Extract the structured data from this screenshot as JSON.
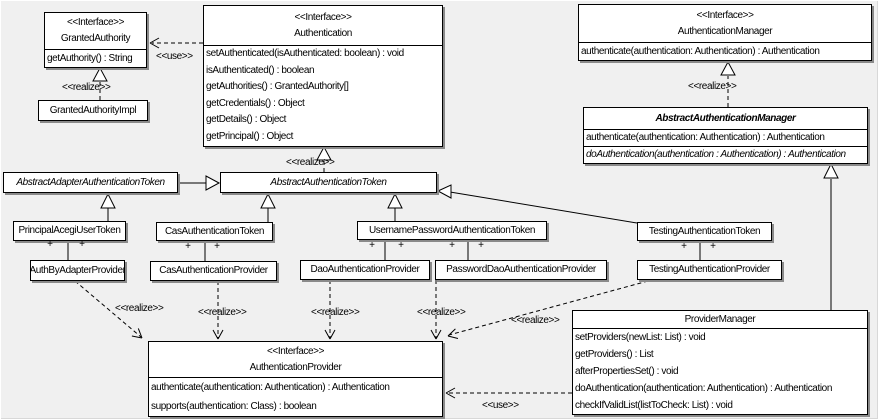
{
  "diagram": {
    "type": "uml-class-diagram",
    "labels": {
      "use": "<<use>>",
      "realize": "<<realize>>",
      "plus": "+",
      "interface_stereotype": "<<Interface>>"
    },
    "colors": {
      "background": "#f0f0f0",
      "box_fill": "#ffffff",
      "line": "#000000",
      "shadow": "#8a8a8a"
    },
    "classes": {
      "granted_authority": {
        "stereotype": "<<Interface>>",
        "name": "GrantedAuthority",
        "methods": [
          "getAuthority() : String"
        ]
      },
      "granted_authority_impl": {
        "name": "GrantedAuthorityImpl"
      },
      "authentication": {
        "stereotype": "<<Interface>>",
        "name": "Authentication",
        "methods": [
          "setAuthenticated(isAuthenticated: boolean) : void",
          "isAuthenticated() : boolean",
          "getAuthorities() : GrantedAuthority[]",
          "getCredentials() : Object",
          "getDetails() : Object",
          "getPrincipal() : Object"
        ]
      },
      "authentication_manager": {
        "stereotype": "<<Interface>>",
        "name": "AuthenticationManager",
        "methods": [
          "authenticate(authentication: Authentication) : Authentication"
        ]
      },
      "abstract_authentication_manager": {
        "name": "AbstractAuthenticationManager",
        "abstract": true,
        "methods": [
          "authenticate(authentication: Authentication) : Authentication",
          "doAuthentication(authentication : Authentication) : Authentication"
        ]
      },
      "abstract_adapter_authentication_token": {
        "name": "AbstractAdapterAuthenticationToken",
        "abstract": true
      },
      "abstract_authentication_token": {
        "name": "AbstractAuthenticationToken",
        "abstract": true
      },
      "principal_acegi_user_token": {
        "name": "PrincipalAcegiUserToken"
      },
      "cas_authentication_token": {
        "name": "CasAuthenticationToken"
      },
      "username_password_authentication_token": {
        "name": "UsernamePasswordAuthenticationToken"
      },
      "testing_authentication_token": {
        "name": "TestingAuthenticationToken"
      },
      "auth_by_adapter_provider": {
        "name": "AuthByAdapterProvider"
      },
      "cas_authentication_provider": {
        "name": "CasAuthenticationProvider"
      },
      "dao_authentication_provider": {
        "name": "DaoAuthenticationProvider"
      },
      "password_dao_authentication_provider": {
        "name": "PasswordDaoAuthenticationProvider"
      },
      "testing_authentication_provider": {
        "name": "TestingAuthenticationProvider"
      },
      "authentication_provider": {
        "stereotype": "<<Interface>>",
        "name": "AuthenticationProvider",
        "methods": [
          "authenticate(authentication: Authentication) : Authentication",
          "supports(authentication: Class) : boolean"
        ]
      },
      "provider_manager": {
        "name": "ProviderManager",
        "methods": [
          "setProviders(newList: List) : void",
          "getProviders() : List",
          "afterPropertiesSet() : void",
          "doAuthentication(authentication: Authentication) : Authentication",
          "checkIfValidList(listToCheck: List) : void"
        ]
      }
    },
    "relationships": [
      {
        "from": "Authentication",
        "to": "GrantedAuthority",
        "type": "use"
      },
      {
        "from": "GrantedAuthorityImpl",
        "to": "GrantedAuthority",
        "type": "realize"
      },
      {
        "from": "AbstractAuthenticationToken",
        "to": "Authentication",
        "type": "realize"
      },
      {
        "from": "AbstractAuthenticationManager",
        "to": "AuthenticationManager",
        "type": "realize"
      },
      {
        "from": "AbstractAdapterAuthenticationToken",
        "to": "AbstractAuthenticationToken",
        "type": "generalization"
      },
      {
        "from": "PrincipalAcegiUserToken",
        "to": "AbstractAdapterAuthenticationToken",
        "type": "generalization"
      },
      {
        "from": "CasAuthenticationToken",
        "to": "AbstractAuthenticationToken",
        "type": "generalization"
      },
      {
        "from": "UsernamePasswordAuthenticationToken",
        "to": "AbstractAuthenticationToken",
        "type": "generalization"
      },
      {
        "from": "TestingAuthenticationToken",
        "to": "AbstractAuthenticationToken",
        "type": "generalization"
      },
      {
        "from": "ProviderManager",
        "to": "AbstractAuthenticationManager",
        "type": "generalization"
      },
      {
        "from": "PrincipalAcegiUserToken",
        "to": "AuthByAdapterProvider",
        "type": "association",
        "multiplicities": [
          "+",
          "+"
        ]
      },
      {
        "from": "CasAuthenticationToken",
        "to": "CasAuthenticationProvider",
        "type": "association",
        "multiplicities": [
          "+",
          "+"
        ]
      },
      {
        "from": "UsernamePasswordAuthenticationToken",
        "to": "DaoAuthenticationProvider",
        "type": "association",
        "multiplicities": [
          "+",
          "+"
        ]
      },
      {
        "from": "UsernamePasswordAuthenticationToken",
        "to": "PasswordDaoAuthenticationProvider",
        "type": "association",
        "multiplicities": [
          "+",
          "+"
        ]
      },
      {
        "from": "TestingAuthenticationToken",
        "to": "TestingAuthenticationProvider",
        "type": "association",
        "multiplicities": [
          "+",
          "+"
        ]
      },
      {
        "from": "AuthByAdapterProvider",
        "to": "AuthenticationProvider",
        "type": "realize"
      },
      {
        "from": "CasAuthenticationProvider",
        "to": "AuthenticationProvider",
        "type": "realize"
      },
      {
        "from": "DaoAuthenticationProvider",
        "to": "AuthenticationProvider",
        "type": "realize"
      },
      {
        "from": "PasswordDaoAuthenticationProvider",
        "to": "AuthenticationProvider",
        "type": "realize"
      },
      {
        "from": "TestingAuthenticationProvider",
        "to": "AuthenticationProvider",
        "type": "realize"
      },
      {
        "from": "ProviderManager",
        "to": "AuthenticationProvider",
        "type": "use"
      }
    ]
  }
}
